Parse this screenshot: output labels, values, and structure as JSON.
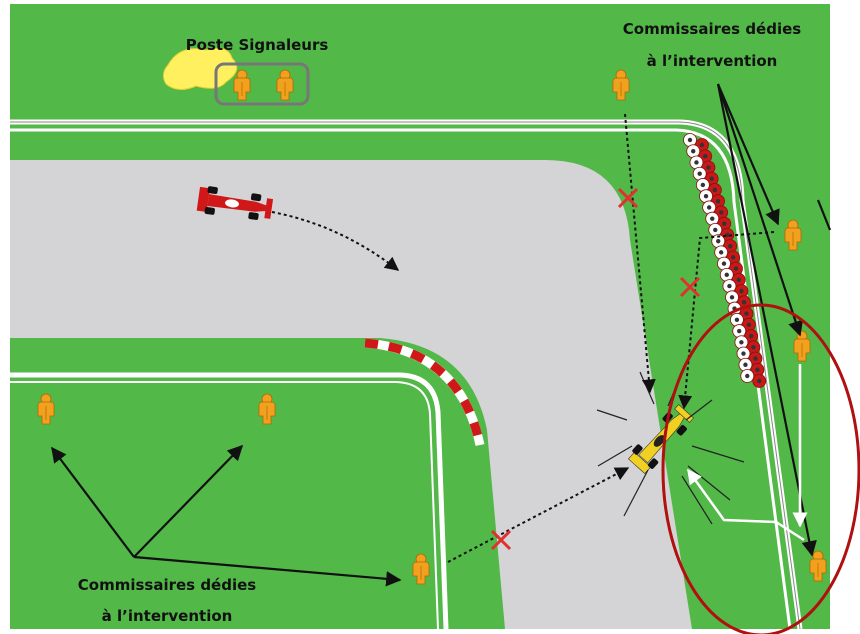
{
  "labels": {
    "signal_post": "Poste Signaleurs",
    "marshals_top_line1": "Commissaires dédies",
    "marshals_top_line2": "à l’intervention",
    "marshals_bottom_line1": "Commissaires dédies",
    "marshals_bottom_line2": "à l’intervention"
  },
  "colors": {
    "grass": "#52b848",
    "track": "#d4d4d6",
    "marshal": "#f2a020",
    "red_car": "#d01818",
    "yellow_car": "#f0d020",
    "signal_post_blob": "#fff060",
    "highlight_ellipse": "#b01010",
    "cross": "#e03030"
  },
  "icons": {
    "marshal": "person-icon",
    "cross": "cross-icon",
    "red_car": "red-race-car-icon",
    "yellow_car": "yellow-race-car-icon"
  }
}
